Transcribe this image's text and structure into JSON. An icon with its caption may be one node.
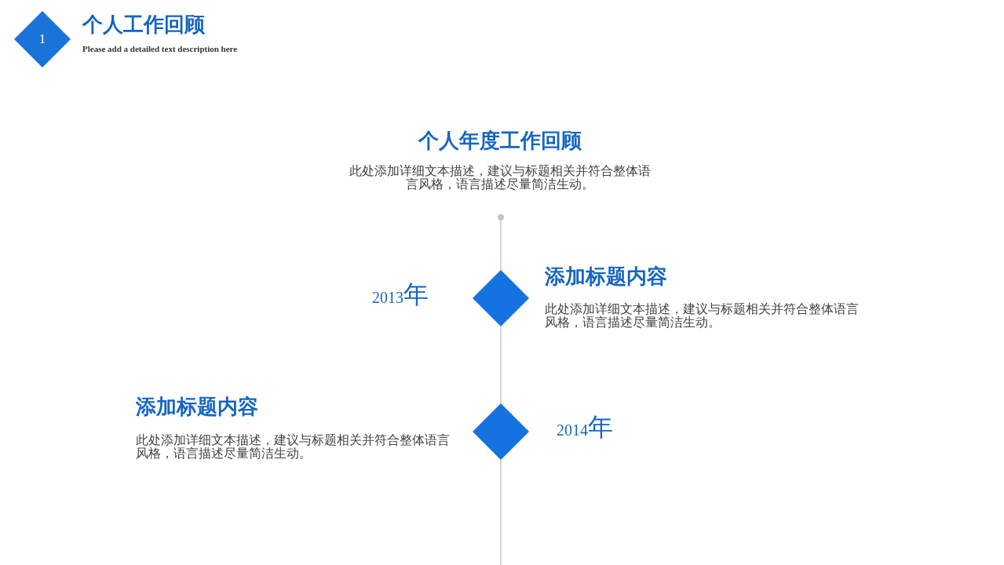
{
  "diagram": {
    "title": "个人工作回顾",
    "nodes": [
      {
        "text": [
          "1"
        ]
      },
      {
        "text": [],
        "shape": "circle"
      },
      {
        "text": [],
        "shape": "diamond",
        "beside": [
          "2013年",
          "添加标题内容",
          "此处添加详细文本描述，建议与标题相关并符合整体语言风格，语言描述尽量简洁生动。"
        ]
      },
      {
        "text": [],
        "shape": "diamond",
        "beside": [
          "添加标题内容",
          "此处添加详细文本描述，建议与标题相关并符合整体语言风格，语言描述尽量简洁生动。",
          "2014年"
        ]
      }
    ],
    "edges": [
      {
        "from": 1,
        "to": 2,
        "arrow": "none"
      },
      {
        "from": 2,
        "to": 3,
        "arrow": "none"
      },
      {
        "from": 3,
        "to": null,
        "arrow": "none"
      }
    ],
    "labels": [
      "Please add a detailed text description here",
      "个人年度工作回顾",
      "此处添加详细文本描述，建议与标题相关并符合整体语言风格，语言描述尽量简洁生动。"
    ]
  }
}
